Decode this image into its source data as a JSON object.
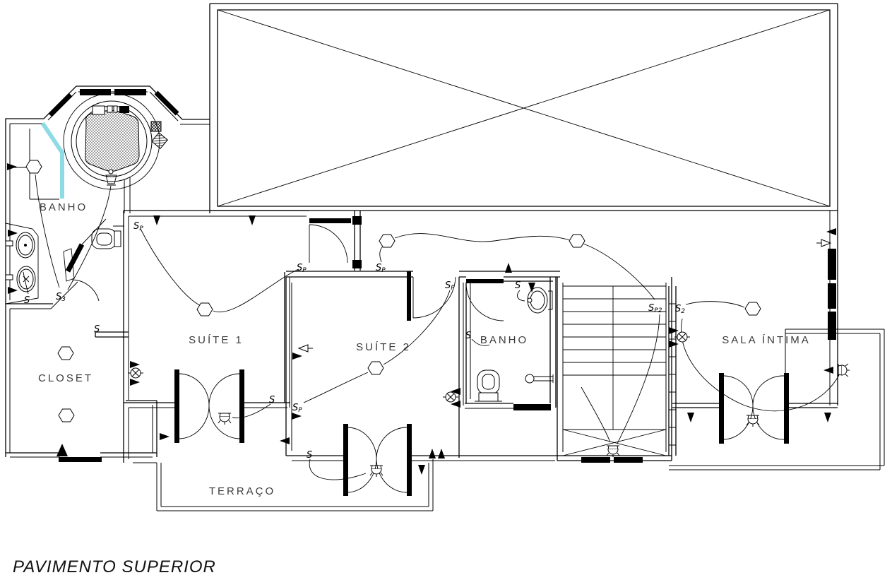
{
  "title": {
    "label": "PAVIMENTO SUPERIOR"
  },
  "rooms": [
    {
      "id": "banho-master",
      "label": "BANHO"
    },
    {
      "id": "suite-1",
      "label": "SUÍTE 1"
    },
    {
      "id": "suite-2",
      "label": "SUÍTE 2"
    },
    {
      "id": "banho-2",
      "label": "BANHO"
    },
    {
      "id": "closet",
      "label": "CLOSET"
    },
    {
      "id": "terraco",
      "label": "TERRAÇO"
    },
    {
      "id": "sala-intima",
      "label": "SALA ÍNTIMA"
    }
  ],
  "switches": [
    {
      "id": "sp-suite1-top",
      "main": "S",
      "sub": "P"
    },
    {
      "id": "sp-vestibule",
      "main": "S",
      "sub": "P"
    },
    {
      "id": "sp-hall",
      "main": "S",
      "sub": "P"
    },
    {
      "id": "sp-suite2-top",
      "main": "S",
      "sub": "P"
    },
    {
      "id": "sp-suite2-bottom",
      "main": "S",
      "sub": "P"
    },
    {
      "id": "sp2-stairs",
      "main": "S",
      "sub": "P2"
    },
    {
      "id": "s2-sala",
      "main": "S",
      "sub": "2"
    },
    {
      "id": "s-banho2-top",
      "main": "S",
      "sub": ""
    },
    {
      "id": "s-banho2-left",
      "main": "S",
      "sub": ""
    },
    {
      "id": "s-suite1-bottom",
      "main": "S",
      "sub": ""
    },
    {
      "id": "s-terrace",
      "main": "S",
      "sub": ""
    },
    {
      "id": "s-closet",
      "main": "S",
      "sub": ""
    },
    {
      "id": "s-banho1",
      "main": "S",
      "sub": ""
    },
    {
      "id": "s3-banho1",
      "main": "S",
      "sub": "3"
    }
  ],
  "symbols": {
    "ceiling-light": "hexagon",
    "wall-light": "circle-with-cross",
    "sconce-light": "semicircle-with-rays",
    "power-outlet": "filled-triangle",
    "antenna-outlet": "open-triangle",
    "stair-direction": "up-arrow"
  },
  "colors": {
    "line": "#000000",
    "background": "#ffffff",
    "shower-glass": "#8edbe6"
  }
}
